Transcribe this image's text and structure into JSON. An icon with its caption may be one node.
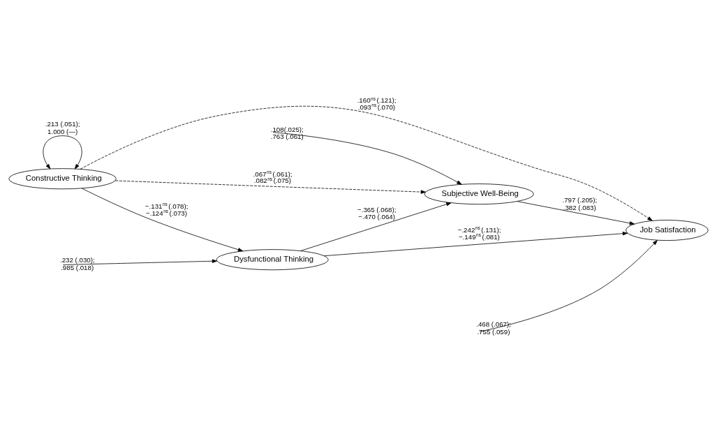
{
  "diagram": {
    "nodes": [
      {
        "text": [
          "Constructive Thinking"
        ]
      },
      {
        "text": [
          "Subjective Well-Being"
        ]
      },
      {
        "text": [
          "Dysfunctional Thinking"
        ]
      },
      {
        "text": [
          "Job Satisfaction"
        ]
      }
    ],
    "edges": [
      {
        "from": 0,
        "to": 0,
        "arrow": "both",
        "label": ".213 (.051); 1.000 (—)"
      },
      {
        "from": 0,
        "to": 1,
        "arrow": "to",
        "style": "dashed",
        "label": ".067$^{ns}$ (.061); .082$^{ns}$ (.075)"
      },
      {
        "from": 0,
        "to": 2,
        "arrow": "to",
        "label": "−.131$^{ns}$ (.078); −.124$^{ns}$ (.073)"
      },
      {
        "from": 0,
        "to": 3,
        "arrow": "to",
        "style": "dashed",
        "label": ".160$^{ns}$ (.121); .093$^{ns}$ (.070)"
      },
      {
        "from": 2,
        "to": 1,
        "arrow": "to",
        "label": "−.365 (.068); −.470 (.064)"
      },
      {
        "from": 1,
        "to": 3,
        "arrow": "to",
        "label": ".797 (.205); .382 (.083)"
      },
      {
        "from": 2,
        "to": 3,
        "arrow": "to",
        "label": "−.242$^{ns}$ (.131); −.149$^{ns}$ (.081)"
      },
      {
        "from": null,
        "to": 1,
        "arrow": "to",
        "label": ".108(.025); .763 (.061)"
      },
      {
        "from": null,
        "to": 2,
        "arrow": "to",
        "label": ".232 (.030); .985 (.018)"
      },
      {
        "from": null,
        "to": 3,
        "arrow": "to",
        "label": ".468 (.067); .755 (.059)"
      }
    ]
  }
}
